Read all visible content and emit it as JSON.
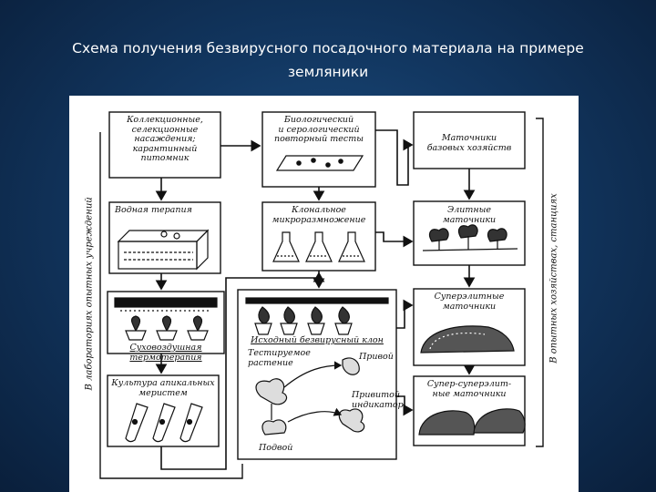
{
  "slide": {
    "title": "Схема получения безвирусного посадочного материала на примере земляники"
  },
  "diagram": {
    "boxes": {
      "collection": "Коллекционные,\nселекционные\nнасаждения;\nкарантинный\nпитомник",
      "tests": "Биологический\nи серологический\nповторный тесты",
      "mother_base": "Маточники\nбазовых хозяйств",
      "thermotherapy": "Водная терапия",
      "micropropagation": "Клональное\nмикроразмножение",
      "elite": "Элитные\nматочники",
      "air_thermotherapy": "Суховоздушная\nтермотерапия",
      "source_clone": "Исходный безвирусный клон",
      "super_elite": "Суперэлитные\nматочники",
      "meristem": "Культура апикальных\nмеристем",
      "super_super_elite": "Супер-суперэлит-\nные маточники"
    },
    "grafting": {
      "tested_plant": "Тестируемое\nрастение",
      "scion": "Привой",
      "indicator_scion": "Привитой\nиндикатор",
      "rootstock": "Подвой"
    },
    "side_labels": {
      "left": "В лабораториях опытных учреждений",
      "right": "В опытных хозяйствах, станциях"
    },
    "colors": {
      "ink": "#111111",
      "background": "#ffffff",
      "slide_background": "#123761"
    }
  }
}
